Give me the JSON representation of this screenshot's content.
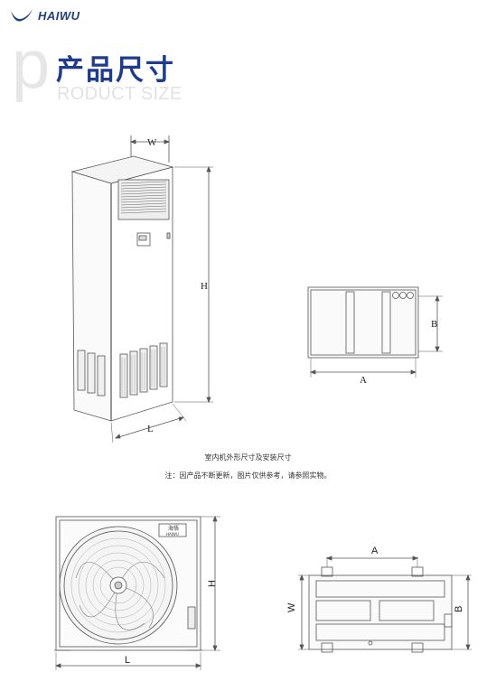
{
  "header": {
    "brand": "HAIWU",
    "title_letter": "p",
    "title_cn": "产品尺寸",
    "title_en": "RODUCT SIZE"
  },
  "indoor": {
    "caption": "室内机外形尺寸及安装尺寸",
    "note": "注：因产品不断更新，图片仅供参考，请参照实物。",
    "labels": {
      "w": "W",
      "h": "H",
      "l": "L",
      "a": "A",
      "b": "B"
    }
  },
  "outdoor": {
    "labels": {
      "h": "H",
      "l": "L",
      "a": "A",
      "w": "W",
      "b": "B"
    },
    "badge_cn": "海悟",
    "badge_en": "HAIWU"
  }
}
